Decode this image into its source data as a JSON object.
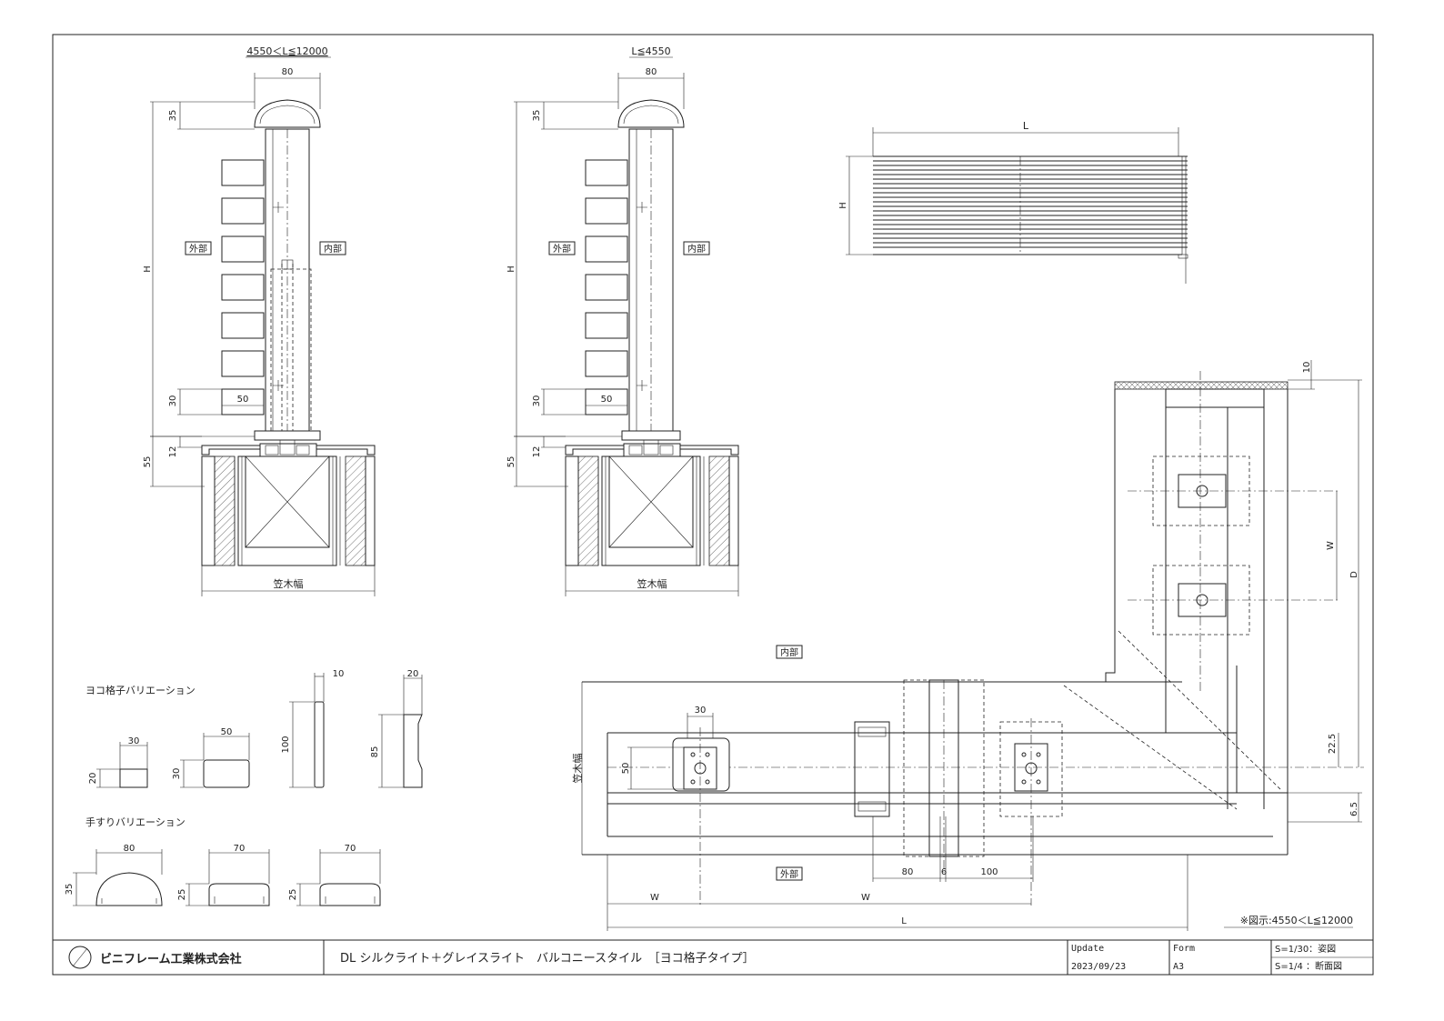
{
  "section_left": {
    "title": "4550＜L≦12000",
    "dim_top": "80",
    "dim_cap": "35",
    "dim_height": "H",
    "dim_bottom_gap": "30",
    "dim_slat": "50",
    "dim_base1": "12",
    "dim_base2": "55",
    "label_outside": "外部",
    "label_inside": "内部",
    "label_width": "笠木幅"
  },
  "section_right": {
    "title": "L≦4550",
    "dim_top": "80",
    "dim_cap": "35",
    "dim_height": "H",
    "dim_bottom_gap": "30",
    "dim_slat": "50",
    "dim_base1": "12",
    "dim_base2": "55",
    "label_outside": "外部",
    "label_inside": "内部",
    "label_width": "笠木幅"
  },
  "elevation": {
    "dim_length": "L",
    "dim_height": "H"
  },
  "slat_variations": {
    "title": "ヨコ格子バリエーション",
    "a_w": "30",
    "a_h": "20",
    "b_w": "50",
    "b_h": "30",
    "c_w": "10",
    "c_h": "100",
    "d_w": "20",
    "d_h": "85"
  },
  "rail_variations": {
    "title": "手すりバリエーション",
    "a_w": "80",
    "a_h": "35",
    "b_w": "70",
    "b_h": "25",
    "c_w": "70",
    "c_h": "25"
  },
  "plan": {
    "label_inside": "内部",
    "label_outside": "外部",
    "label_width": "笠木幅",
    "dim_30": "30",
    "dim_50": "50",
    "dim_80": "80",
    "dim_6": "6",
    "dim_100": "100",
    "dim_w1": "W",
    "dim_w2": "W",
    "dim_l": "L",
    "dim_w_side": "W",
    "dim_d": "D",
    "dim_10": "10",
    "dim_225": "22.5",
    "dim_65": "6.5",
    "note": "※図示:4550＜L≦12000"
  },
  "title_block": {
    "company": "ビニフレーム工業株式会社",
    "product": "DL シルクライト＋グレイスライト　バルコニースタイル　［ヨコ格子タイプ］",
    "update_label": "Update",
    "update_value": "2023/09/23",
    "form_label": "Form",
    "form_value": "A3",
    "scale1": "S=1/30：姿図",
    "scale2": "S=1/4 ：断面図"
  }
}
